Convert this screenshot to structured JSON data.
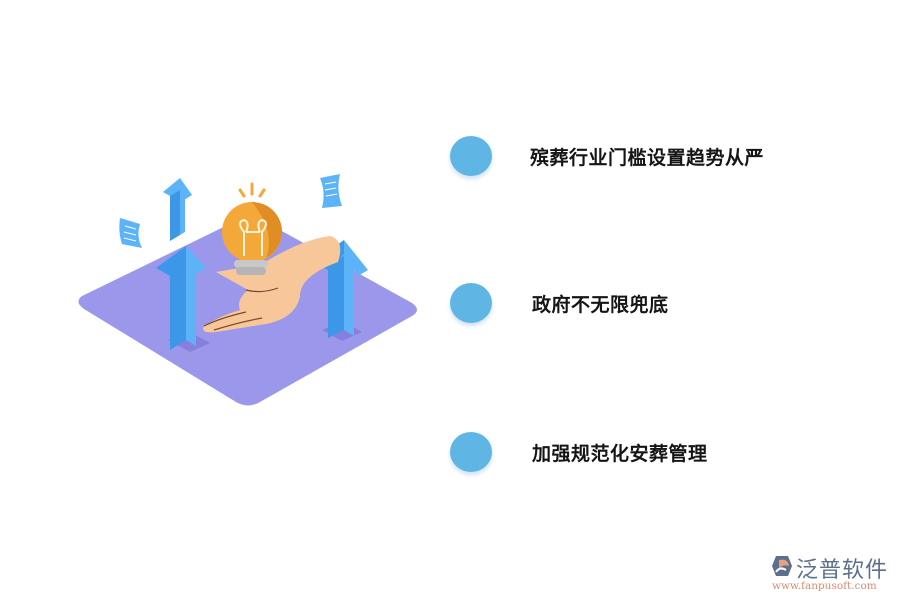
{
  "items": [
    {
      "label": "殡葬行业门槛设置趋势从严",
      "icon": "circle-bullet"
    },
    {
      "label": "政府不无限兜底",
      "icon": "circle-bullet"
    },
    {
      "label": "加强规范化安葬管理",
      "icon": "circle-bullet"
    }
  ],
  "illustration": {
    "description": "Isometric purple platform with hand holding lightbulb, blue up arrows, floating documents",
    "colors": {
      "platform": "#9b98ec",
      "arrow": "#4aa8f5",
      "bulb": "#f5a83a",
      "hand": "#f7c79a",
      "bulb_base": "#c8c8c8"
    }
  },
  "colors": {
    "bullet": "#5fb6e4",
    "text": "#151515"
  },
  "logo": {
    "name": "泛普软件",
    "url": "www.fanpusoft.com"
  }
}
